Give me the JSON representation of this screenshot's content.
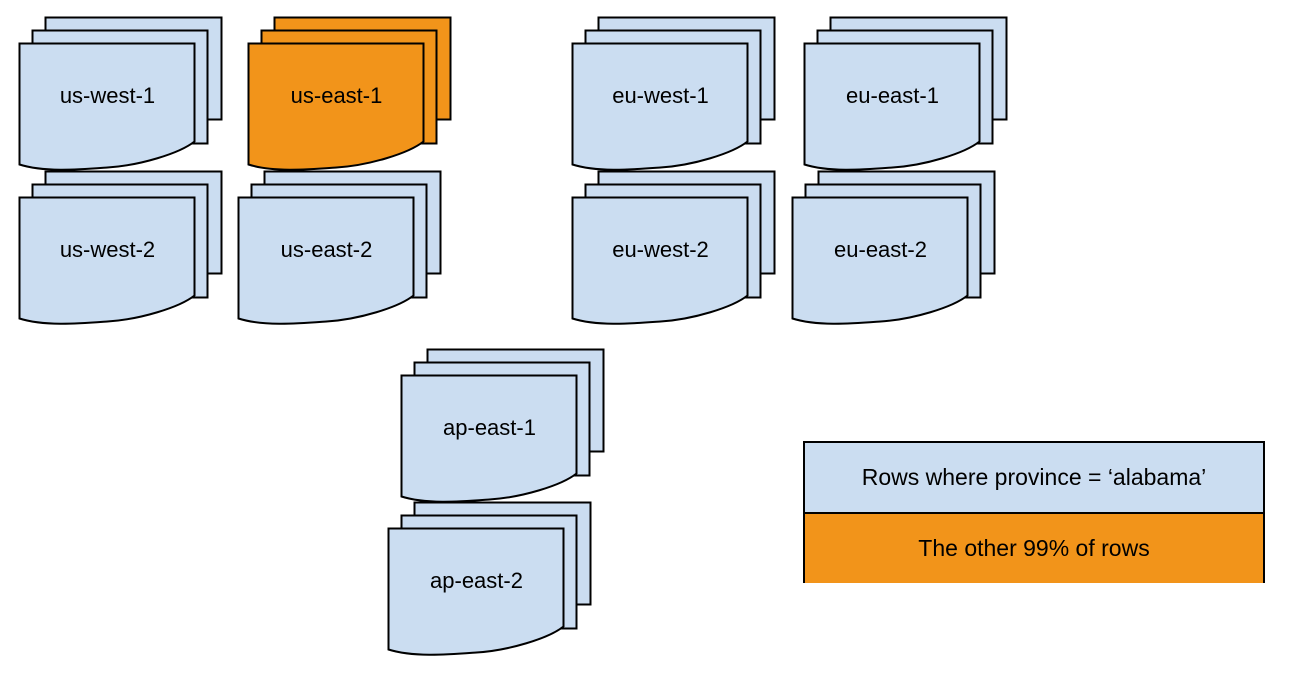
{
  "diagram": {
    "stacks": [
      {
        "label": "us-west-1",
        "highlighted": false
      },
      {
        "label": "us-east-1",
        "highlighted": true
      },
      {
        "label": "eu-west-1",
        "highlighted": false
      },
      {
        "label": "eu-east-1",
        "highlighted": false
      },
      {
        "label": "us-west-2",
        "highlighted": false
      },
      {
        "label": "us-east-2",
        "highlighted": false
      },
      {
        "label": "eu-west-2",
        "highlighted": false
      },
      {
        "label": "eu-east-2",
        "highlighted": false
      },
      {
        "label": "ap-east-1",
        "highlighted": false
      },
      {
        "label": "ap-east-2",
        "highlighted": false
      }
    ],
    "legend": {
      "rows": [
        {
          "label": "Rows where province = ‘alabama’",
          "color": "#cbddf1"
        },
        {
          "label": "The other 99% of rows",
          "color": "#f2941a"
        }
      ]
    },
    "colors": {
      "default_fill": "#cbddf1",
      "highlight_fill": "#f2941a",
      "stroke": "#000000",
      "background": "#ffffff"
    }
  }
}
